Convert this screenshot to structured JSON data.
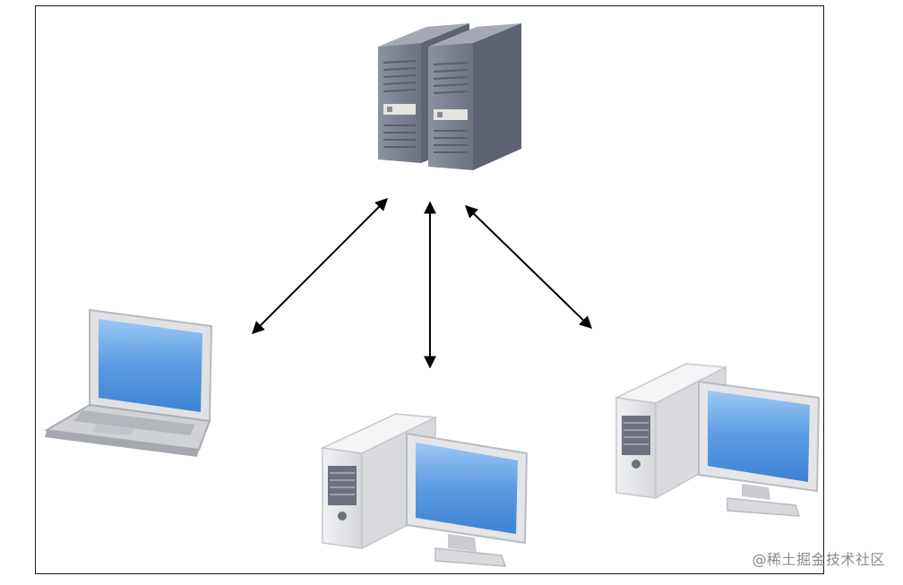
{
  "diagram": {
    "nodes": [
      {
        "id": "server",
        "kind": "server-rack",
        "icon": "server-icon"
      },
      {
        "id": "laptop",
        "kind": "laptop",
        "icon": "laptop-icon"
      },
      {
        "id": "desktop-center",
        "kind": "desktop",
        "icon": "desktop-computer-icon"
      },
      {
        "id": "desktop-right",
        "kind": "desktop",
        "icon": "desktop-computer-icon"
      }
    ],
    "edges": [
      {
        "from": "server",
        "to": "laptop",
        "style": "bidirectional-arrow"
      },
      {
        "from": "server",
        "to": "desktop-center",
        "style": "bidirectional-arrow"
      },
      {
        "from": "server",
        "to": "desktop-right",
        "style": "bidirectional-arrow"
      }
    ]
  },
  "watermark": {
    "text": "@稀土掘金技术社区"
  },
  "colors": {
    "server_body": "#7d8291",
    "screen_blue": "#6aa8e8",
    "case_light": "#e6e7ea",
    "arrow": "#000000",
    "frame": "#1a1a1a"
  }
}
